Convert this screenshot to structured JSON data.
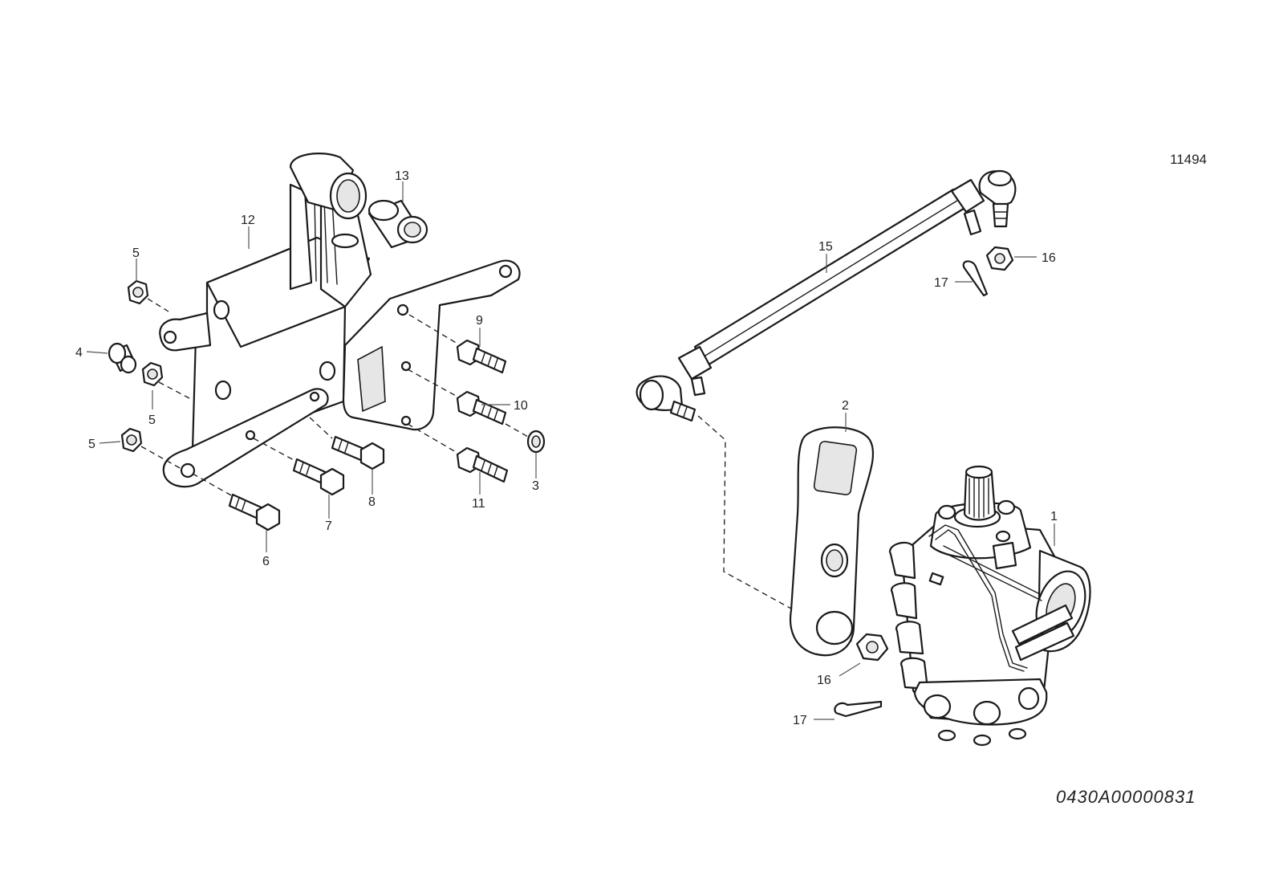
{
  "header": {
    "figure_number": "11494"
  },
  "footer": {
    "document_code": "0430A00000831"
  },
  "callouts": {
    "c1": "1",
    "c2": "2",
    "c3": "3",
    "c4": "4",
    "c5a": "5",
    "c5b": "5",
    "c5c": "5",
    "c6": "6",
    "c7": "7",
    "c8": "8",
    "c9": "9",
    "c10": "10",
    "c11": "11",
    "c12": "12",
    "c13": "13",
    "c15": "15",
    "c16a": "16",
    "c16b": "16",
    "c17a": "17",
    "c17b": "17"
  }
}
